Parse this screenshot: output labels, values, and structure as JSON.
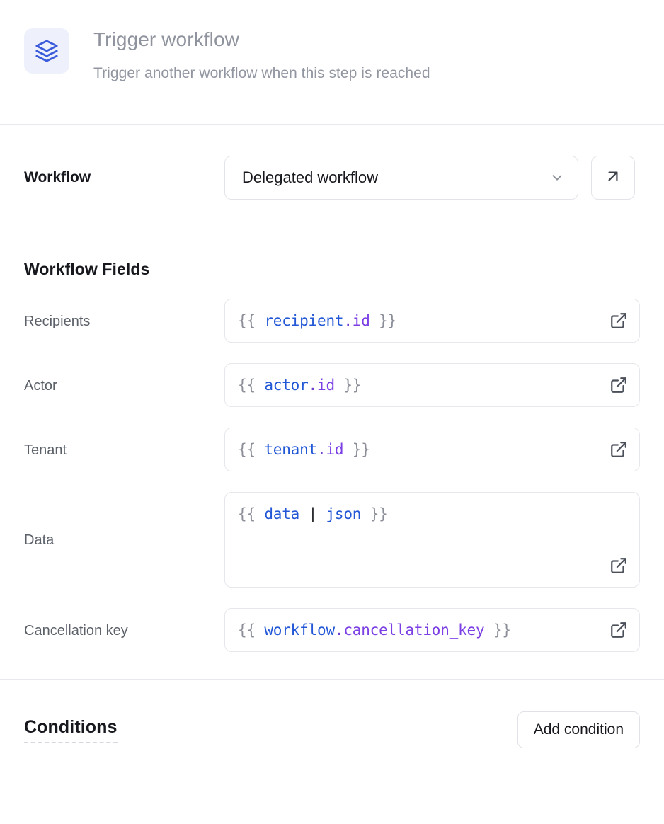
{
  "header": {
    "icon": "layers-stack-icon",
    "title": "Trigger workflow",
    "subtitle": "Trigger another workflow when this step is reached",
    "icon_color": "#3b5bdb",
    "icon_bg": "#eef1fb"
  },
  "workflow_section": {
    "label": "Workflow",
    "selected_value": "Delegated workflow",
    "chevron_icon": "chevron-down-icon",
    "open_icon": "arrow-up-right-icon"
  },
  "fields_section": {
    "title": "Workflow Fields",
    "fields": [
      {
        "label": "Recipients",
        "multiline": false,
        "tokens": [
          {
            "text": "{{ ",
            "kind": "brace"
          },
          {
            "text": "recipient",
            "kind": "obj"
          },
          {
            "text": ".",
            "kind": "dot"
          },
          {
            "text": "id",
            "kind": "prop"
          },
          {
            "text": " }}",
            "kind": "brace"
          }
        ],
        "expand_icon": "external-link-icon"
      },
      {
        "label": "Actor",
        "multiline": false,
        "tokens": [
          {
            "text": "{{ ",
            "kind": "brace"
          },
          {
            "text": "actor",
            "kind": "obj"
          },
          {
            "text": ".",
            "kind": "dot"
          },
          {
            "text": "id",
            "kind": "prop"
          },
          {
            "text": " }}",
            "kind": "brace"
          }
        ],
        "expand_icon": "external-link-icon"
      },
      {
        "label": "Tenant",
        "multiline": false,
        "tokens": [
          {
            "text": "{{ ",
            "kind": "brace"
          },
          {
            "text": "tenant",
            "kind": "obj"
          },
          {
            "text": ".",
            "kind": "dot"
          },
          {
            "text": "id",
            "kind": "prop"
          },
          {
            "text": " }}",
            "kind": "brace"
          }
        ],
        "expand_icon": "external-link-icon"
      },
      {
        "label": "Data",
        "multiline": true,
        "tokens": [
          {
            "text": "{{ ",
            "kind": "brace"
          },
          {
            "text": "data",
            "kind": "obj"
          },
          {
            "text": " | ",
            "kind": "pipe"
          },
          {
            "text": "json",
            "kind": "filter"
          },
          {
            "text": " }}",
            "kind": "brace"
          }
        ],
        "expand_icon": "external-link-icon"
      },
      {
        "label": "Cancellation key",
        "multiline": false,
        "tokens": [
          {
            "text": "{{ ",
            "kind": "brace"
          },
          {
            "text": "workflow",
            "kind": "obj"
          },
          {
            "text": ".",
            "kind": "dot"
          },
          {
            "text": "cancellation_key",
            "kind": "prop"
          },
          {
            "text": " }}",
            "kind": "brace"
          }
        ],
        "expand_icon": "external-link-icon"
      }
    ]
  },
  "conditions_section": {
    "title": "Conditions",
    "add_button": "Add condition"
  },
  "colors": {
    "divider": "#e8e9ee",
    "border": "#e3e4e9",
    "text_primary": "#16181d",
    "text_muted": "#5b6069",
    "header_text": "#8f939e",
    "token_object": "#2257d6",
    "token_property": "#7b3fe4",
    "token_brace": "#8c8f99"
  }
}
